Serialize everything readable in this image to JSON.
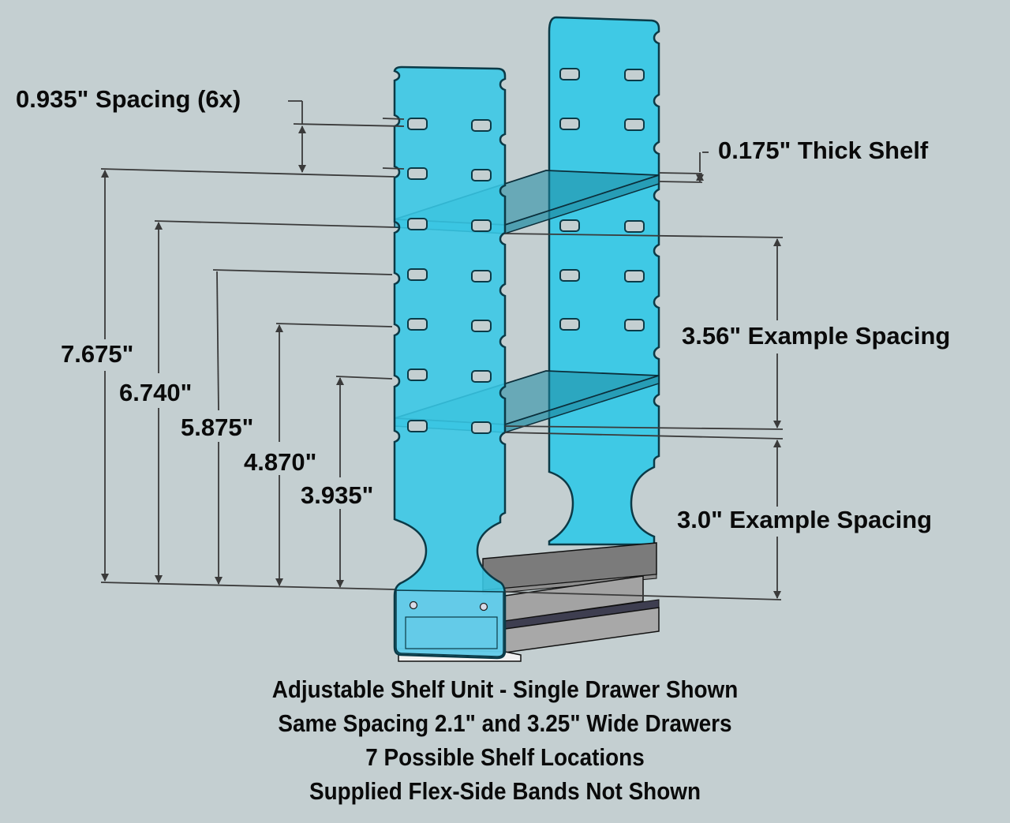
{
  "diagram": {
    "subject": "Adjustable shelf unit with two side panels, two shelves and a single drawer",
    "colors": {
      "background": "#c4cfd1",
      "panel_fill": "#38c8e6",
      "panel_stroke": "#0b3a47",
      "shelf_fill": "#1e8aa3",
      "drawer_top": "#7a7a7a",
      "drawer_side": "#9c9c9c",
      "drawer_front": "#6ecbea",
      "dimension_line": "#3a3a3a",
      "text": "#0a0a0a"
    },
    "dimensions": {
      "slot_spacing": "0.935\" Spacing (6x)",
      "shelf_thickness": "0.175\" Thick Shelf",
      "example_spacing_upper": "3.56\" Example Spacing",
      "example_spacing_lower": "3.0\" Example Spacing",
      "heights": [
        {
          "id": "h1",
          "label": "7.675\""
        },
        {
          "id": "h2",
          "label": "6.740\""
        },
        {
          "id": "h3",
          "label": "5.875\""
        },
        {
          "id": "h4",
          "label": "4.870\""
        },
        {
          "id": "h5",
          "label": "3.935\""
        }
      ]
    },
    "caption": [
      "Adjustable Shelf Unit - Single Drawer Shown",
      "Same Spacing 2.1\" and 3.25\" Wide Drawers",
      "7 Possible Shelf Locations",
      "Supplied Flex-Side Bands Not Shown"
    ]
  }
}
